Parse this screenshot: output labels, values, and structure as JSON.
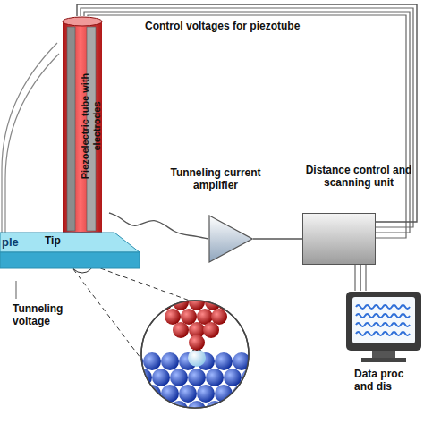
{
  "diagram": {
    "nodes": [
      {
        "text": [
          "Piezoelectric tube with electrodes"
        ]
      },
      {
        "text": [
          "Tunneling current amplifier"
        ]
      },
      {
        "text": [
          "Distance control and scanning unit"
        ]
      },
      {
        "text": [
          "Data proc and dis"
        ]
      },
      {
        "text": [
          "ple"
        ]
      }
    ],
    "edges": [
      {
        "from": 0,
        "to": 1,
        "arrow": "none"
      },
      {
        "from": 1,
        "to": 2,
        "arrow": "none"
      },
      {
        "from": 2,
        "to": 3,
        "arrow": "none"
      },
      {
        "from": 2,
        "to": 0,
        "label": "Control voltages for piezotube",
        "arrow": "none"
      }
    ],
    "labels": [
      "Tip",
      "Tunneling voltage"
    ]
  }
}
